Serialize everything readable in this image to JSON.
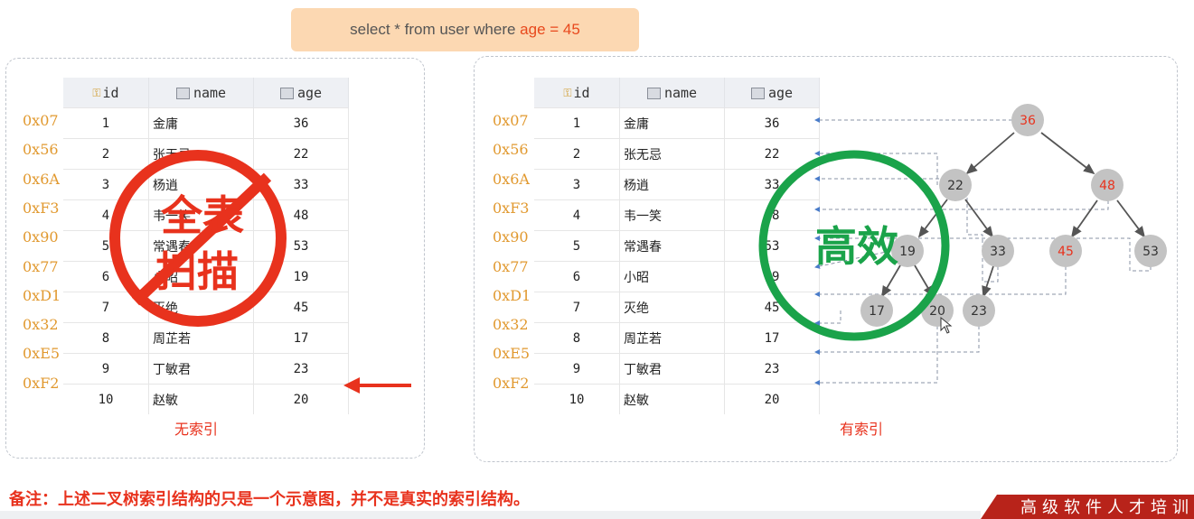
{
  "query": {
    "prefix": "select * from user where ",
    "highlight": "age = 45"
  },
  "table": {
    "columns": [
      "id",
      "name",
      "age"
    ],
    "rows": [
      {
        "addr": "0x07",
        "id": "1",
        "name": "金庸",
        "age": "36"
      },
      {
        "addr": "0x56",
        "id": "2",
        "name": "张无忌",
        "age": "22"
      },
      {
        "addr": "0x6A",
        "id": "3",
        "name": "杨逍",
        "age": "33"
      },
      {
        "addr": "0xF3",
        "id": "4",
        "name": "韦一笑",
        "age": "48"
      },
      {
        "addr": "0x90",
        "id": "5",
        "name": "常遇春",
        "age": "53"
      },
      {
        "addr": "0x77",
        "id": "6",
        "name": "小昭",
        "age": "19"
      },
      {
        "addr": "0xD1",
        "id": "7",
        "name": "灭绝",
        "age": "45"
      },
      {
        "addr": "0x32",
        "id": "8",
        "name": "周芷若",
        "age": "17"
      },
      {
        "addr": "0xE5",
        "id": "9",
        "name": "丁敏君",
        "age": "23"
      },
      {
        "addr": "0xF2",
        "id": "10",
        "name": "赵敏",
        "age": "20"
      }
    ]
  },
  "left_caption": "无索引",
  "right_caption": "有索引",
  "stamp_full_scan": [
    "全表",
    "扫描"
  ],
  "stamp_efficient": "高效",
  "tree": {
    "nodes": [
      "36",
      "22",
      "48",
      "19",
      "33",
      "45",
      "53",
      "17",
      "20",
      "23"
    ],
    "highlighted": [
      "36",
      "48",
      "45"
    ]
  },
  "note": "备注：上述二叉树索引结构的只是一个示意图，并不是真实的索引结构。",
  "brand": "高级软件人才培训",
  "colors": {
    "accent_red": "#e8321d",
    "address": "#e1992f",
    "efficient_green": "#1aa34a",
    "node_gray": "#c3c3c3"
  }
}
